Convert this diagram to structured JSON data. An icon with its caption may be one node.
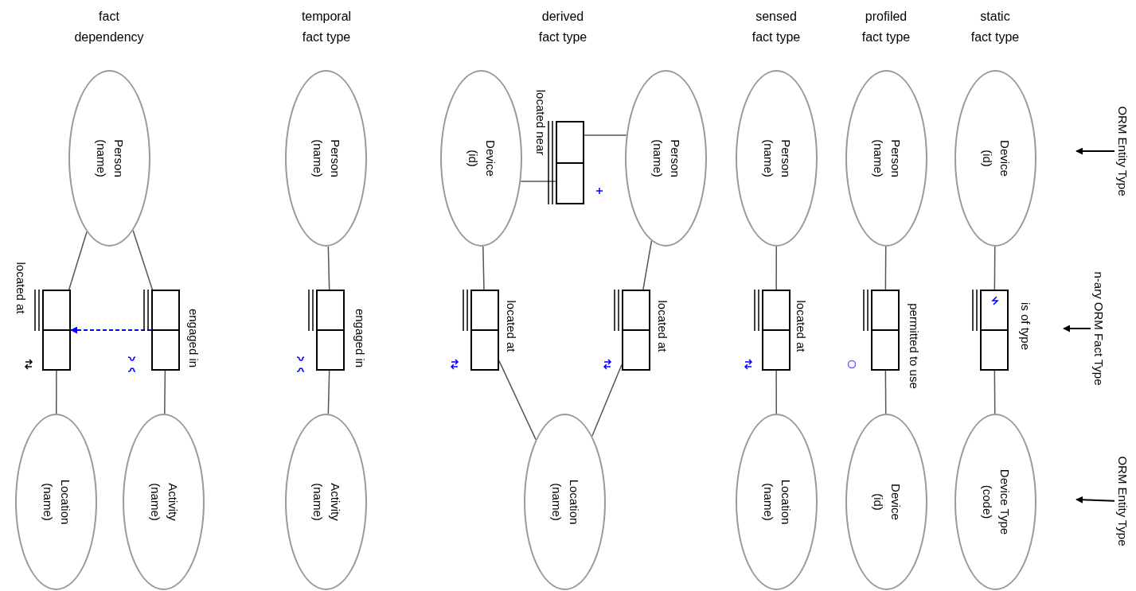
{
  "diagram": {
    "nodes": [
      {
        "text": [
          "Person (name)"
        ]
      },
      {
        "text": [],
        "shape": "box",
        "beside": [
          "located at"
        ]
      },
      {
        "text": [],
        "shape": "box",
        "beside": [
          "engaged in"
        ]
      },
      {
        "text": [
          "Location (name)"
        ]
      },
      {
        "text": [
          "Activity (name)"
        ]
      },
      {
        "text": [
          "Person (name)"
        ]
      },
      {
        "text": [],
        "shape": "box",
        "beside": [
          "engaged in"
        ]
      },
      {
        "text": [
          "Activity (name)"
        ]
      },
      {
        "text": [
          "Device (id)"
        ]
      },
      {
        "text": [],
        "shape": "box",
        "beside": [
          "located near"
        ]
      },
      {
        "text": [
          "Person (name)"
        ]
      },
      {
        "text": [],
        "shape": "box",
        "beside": [
          "located at"
        ]
      },
      {
        "text": [],
        "shape": "box",
        "beside": [
          "located at"
        ]
      },
      {
        "text": [
          "Location (name)"
        ]
      },
      {
        "text": [
          "Person (name)"
        ]
      },
      {
        "text": [],
        "shape": "box",
        "beside": [
          "located at"
        ]
      },
      {
        "text": [
          "Location (name)"
        ]
      },
      {
        "text": [
          "Person (name)"
        ]
      },
      {
        "text": [],
        "shape": "box",
        "beside": [
          "permitted to use"
        ]
      },
      {
        "text": [
          "Device (id)"
        ]
      },
      {
        "text": [
          "Device (id)"
        ]
      },
      {
        "text": [],
        "shape": "box",
        "beside": [
          "is of type"
        ]
      },
      {
        "text": [
          "Device Type (code)"
        ]
      },
      {
        "text": [
          "ORM Entity Type"
        ]
      },
      {
        "text": [
          "n-ary ORM Fact Type"
        ]
      },
      {
        "text": [
          "ORM Entity Type"
        ]
      }
    ],
    "edges": [
      {
        "from": 0,
        "to": 1,
        "arrow": "none"
      },
      {
        "from": 0,
        "to": 2,
        "arrow": "none"
      },
      {
        "from": 1,
        "to": 3,
        "arrow": "none"
      },
      {
        "from": 2,
        "to": 4,
        "arrow": "none"
      },
      {
        "from": 2,
        "to": 1,
        "arrow": "to",
        "style": "dashed",
        "color": "#0000ff"
      },
      {
        "from": 5,
        "to": 6,
        "arrow": "none"
      },
      {
        "from": 6,
        "to": 7,
        "arrow": "none"
      },
      {
        "from": 8,
        "to": 9,
        "arrow": "none"
      },
      {
        "from": 9,
        "to": 10,
        "arrow": "none"
      },
      {
        "from": 8,
        "to": 11,
        "arrow": "none"
      },
      {
        "from": 11,
        "to": 13,
        "arrow": "none"
      },
      {
        "from": 10,
        "to": 12,
        "arrow": "none"
      },
      {
        "from": 12,
        "to": 13,
        "arrow": "none"
      },
      {
        "from": 14,
        "to": 15,
        "arrow": "none"
      },
      {
        "from": 15,
        "to": 16,
        "arrow": "none"
      },
      {
        "from": 17,
        "to": 18,
        "arrow": "none"
      },
      {
        "from": 18,
        "to": 19,
        "arrow": "none"
      },
      {
        "from": 20,
        "to": 21,
        "arrow": "none"
      },
      {
        "from": 21,
        "to": 22,
        "arrow": "none"
      },
      {
        "from": 23,
        "to": null,
        "arrow": "to"
      },
      {
        "from": 24,
        "to": null,
        "arrow": "to"
      },
      {
        "from": 25,
        "to": null,
        "arrow": "to"
      }
    ],
    "labels": [
      "fact dependency",
      "temporal fact type",
      "derived fact type",
      "sensed fact type",
      "profiled fact type",
      "static fact type"
    ]
  }
}
